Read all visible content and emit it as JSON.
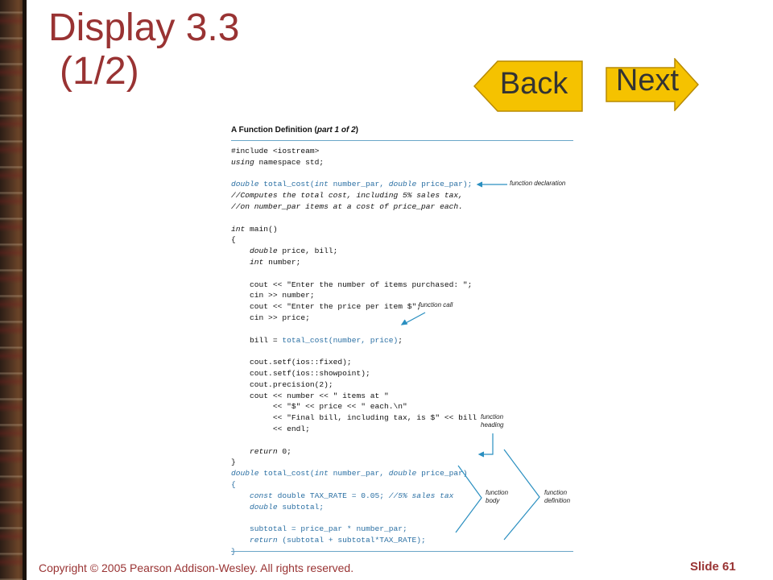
{
  "slide": {
    "title_line1": "Display 3.3",
    "title_line2": "(1/2)",
    "copyright": "Copyright © 2005 Pearson Addison-Wesley. All rights reserved.",
    "slide_number": "Slide 61"
  },
  "nav": {
    "back_label": "Back",
    "next_label": "Next",
    "button_fill": "#f5c200",
    "button_stroke": "#b88a00"
  },
  "display": {
    "title_plain": "A Function Definition (",
    "title_italic": "part 1 of 2",
    "title_close": ")",
    "code_color": "#2a6fa3",
    "code_lines": [
      {
        "segments": [
          {
            "t": "#include <iostream>"
          }
        ]
      },
      {
        "segments": [
          {
            "t": "using",
            "k": true
          },
          {
            "t": " namespace std;"
          }
        ]
      },
      {
        "segments": [
          {
            "t": ""
          }
        ]
      },
      {
        "segments": [
          {
            "t": "double",
            "k": true,
            "h": true
          },
          {
            "t": " total_cost(",
            "h": true
          },
          {
            "t": "int",
            "k": true,
            "h": true
          },
          {
            "t": " number_par, ",
            "h": true
          },
          {
            "t": "double",
            "k": true,
            "h": true
          },
          {
            "t": " price_par);",
            "h": true
          }
        ]
      },
      {
        "segments": [
          {
            "t": "//Computes the total cost, including 5% sales tax,",
            "k": true
          }
        ]
      },
      {
        "segments": [
          {
            "t": "//on number_par items at a cost of price_par each.",
            "k": true
          }
        ]
      },
      {
        "segments": [
          {
            "t": ""
          }
        ]
      },
      {
        "segments": [
          {
            "t": "int",
            "k": true
          },
          {
            "t": " main()"
          }
        ]
      },
      {
        "segments": [
          {
            "t": "{"
          }
        ]
      },
      {
        "segments": [
          {
            "t": "    "
          },
          {
            "t": "double",
            "k": true
          },
          {
            "t": " price, bill;"
          }
        ]
      },
      {
        "segments": [
          {
            "t": "    "
          },
          {
            "t": "int",
            "k": true
          },
          {
            "t": " number;"
          }
        ]
      },
      {
        "segments": [
          {
            "t": ""
          }
        ]
      },
      {
        "segments": [
          {
            "t": "    cout << \"Enter the number of items purchased: \";"
          }
        ]
      },
      {
        "segments": [
          {
            "t": "    cin >> number;"
          }
        ]
      },
      {
        "segments": [
          {
            "t": "    cout << \"Enter the price per item $\";"
          }
        ]
      },
      {
        "segments": [
          {
            "t": "    cin >> price;"
          }
        ]
      },
      {
        "segments": [
          {
            "t": ""
          }
        ]
      },
      {
        "segments": [
          {
            "t": "    bill = "
          },
          {
            "t": "total_cost(number, price)",
            "h": true
          },
          {
            "t": ";"
          }
        ]
      },
      {
        "segments": [
          {
            "t": ""
          }
        ]
      },
      {
        "segments": [
          {
            "t": "    cout.setf(ios::fixed);"
          }
        ]
      },
      {
        "segments": [
          {
            "t": "    cout.setf(ios::showpoint);"
          }
        ]
      },
      {
        "segments": [
          {
            "t": "    cout.precision(2);"
          }
        ]
      },
      {
        "segments": [
          {
            "t": "    cout << number << \" items at \""
          }
        ]
      },
      {
        "segments": [
          {
            "t": "         << \"$\" << price << \" each.\\n\""
          }
        ]
      },
      {
        "segments": [
          {
            "t": "         << \"Final bill, including tax, is $\" << bill"
          }
        ]
      },
      {
        "segments": [
          {
            "t": "         << endl;"
          }
        ]
      },
      {
        "segments": [
          {
            "t": ""
          }
        ]
      },
      {
        "segments": [
          {
            "t": "    "
          },
          {
            "t": "return",
            "k": true
          },
          {
            "t": " 0;"
          }
        ]
      },
      {
        "segments": [
          {
            "t": "}"
          }
        ]
      },
      {
        "segments": [
          {
            "t": "double",
            "k": true,
            "h": true
          },
          {
            "t": " total_cost(",
            "h": true
          },
          {
            "t": "int",
            "k": true,
            "h": true
          },
          {
            "t": " number_par, ",
            "h": true
          },
          {
            "t": "double",
            "k": true,
            "h": true
          },
          {
            "t": " price_par)",
            "h": true
          }
        ]
      },
      {
        "segments": [
          {
            "t": "{",
            "h": true
          }
        ]
      },
      {
        "segments": [
          {
            "t": "    ",
            "h": true
          },
          {
            "t": "const",
            "k": true,
            "h": true
          },
          {
            "t": " double TAX_RATE = 0.05; ",
            "h": true
          },
          {
            "t": "//5% sales tax",
            "k": true,
            "h": true
          }
        ]
      },
      {
        "segments": [
          {
            "t": "    ",
            "h": true
          },
          {
            "t": "double",
            "k": true,
            "h": true
          },
          {
            "t": " subtotal;",
            "h": true
          }
        ]
      },
      {
        "segments": [
          {
            "t": ""
          }
        ]
      },
      {
        "segments": [
          {
            "t": "    subtotal = price_par * number_par;",
            "h": true
          }
        ]
      },
      {
        "segments": [
          {
            "t": "    ",
            "h": true
          },
          {
            "t": "return",
            "k": true,
            "h": true
          },
          {
            "t": " (subtotal + subtotal*TAX_RATE);",
            "h": true
          }
        ]
      },
      {
        "segments": [
          {
            "t": "}",
            "h": true
          }
        ]
      }
    ],
    "annotations": {
      "function_declaration": "function declaration",
      "function_call": "function call",
      "function_heading_1": "function",
      "function_heading_2": "heading",
      "function_body_1": "function",
      "function_body_2": "body",
      "function_definition_1": "function",
      "function_definition_2": "definition"
    }
  }
}
